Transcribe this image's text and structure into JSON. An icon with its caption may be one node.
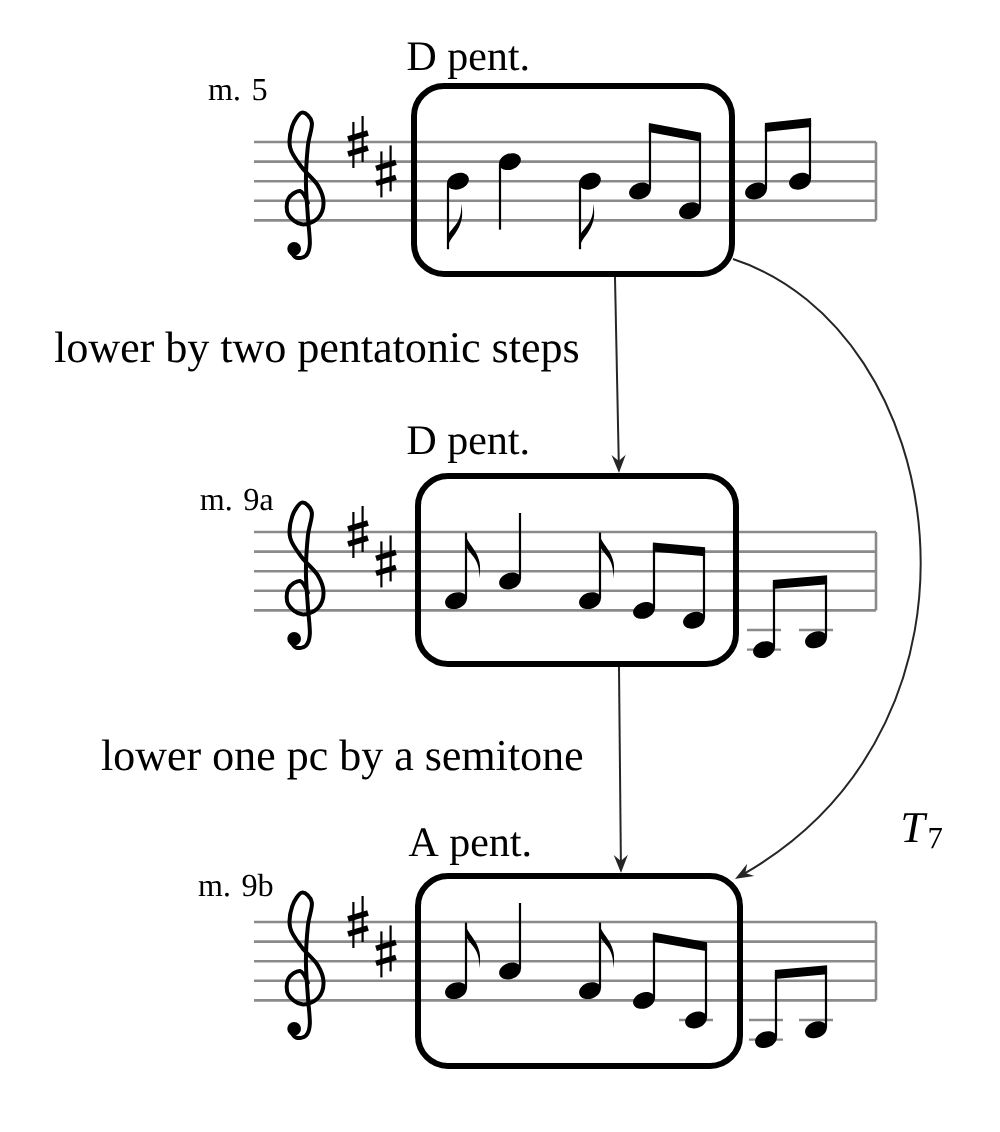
{
  "diagram": {
    "nodes": [
      {
        "text": [
          "D pent."
        ]
      },
      {
        "text": [
          "D pent."
        ]
      },
      {
        "text": [
          "A pent."
        ]
      }
    ],
    "edges": [
      {
        "from": 0,
        "to": 1,
        "arrow": "to",
        "label": "lower by two pentatonic steps"
      },
      {
        "from": 1,
        "to": 2,
        "arrow": "to",
        "label": "lower one pc by a semitone"
      },
      {
        "from": 0,
        "to": 2,
        "arrow": "to",
        "label": "*T*$_{7}$"
      }
    ],
    "labels": [
      "m. 5",
      "m. 9a",
      "m. 9b"
    ]
  }
}
